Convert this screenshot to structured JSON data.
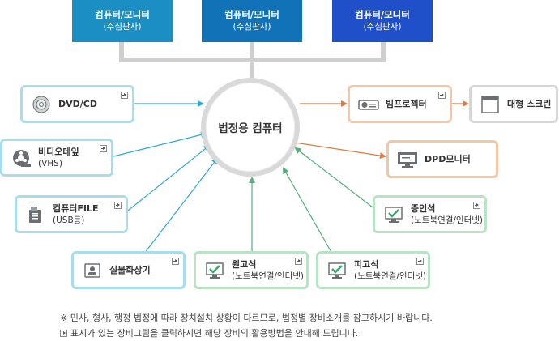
{
  "top_boxes": [
    {
      "title": "컴퓨터/모니터",
      "sub": "(주심판사)",
      "color": "#1b8fc4"
    },
    {
      "title": "컴퓨터/모니터",
      "sub": "(주심판사)",
      "color": "#1272b8"
    },
    {
      "title": "컴퓨터/모니터",
      "sub": "(주심판사)",
      "color": "#1f4fc9"
    }
  ],
  "center": {
    "label": "법정용 컴퓨터"
  },
  "inputs": {
    "dvd": {
      "label": "DVD/CD",
      "icon": "disc-icon"
    },
    "video": {
      "label": "비디오테잎",
      "sub": "(VHS)",
      "icon": "tape-reel-icon"
    },
    "file": {
      "label": "컴퓨터FILE",
      "sub": "(USB등)",
      "icon": "usb-drive-icon"
    },
    "presenter": {
      "label": "실물화상기",
      "icon": "document-camera-icon"
    },
    "plaintiff": {
      "label": "원고석",
      "sub": "(노트북연결/인터넷)",
      "icon": "monitor-check-icon"
    },
    "defendant": {
      "label": "피고석",
      "sub": "(노트북연결/인터넷)",
      "icon": "monitor-check-icon"
    },
    "witness": {
      "label": "증인석",
      "sub": "(노트북연결/인터넷)",
      "icon": "monitor-check-icon"
    }
  },
  "outputs": {
    "projector": {
      "label": "빔프로젝터",
      "icon": "projector-icon"
    },
    "screen": {
      "label": "대형 스크린",
      "icon": "screen-icon"
    },
    "dpd": {
      "label": "DPD모니터",
      "icon": "monitor-icon"
    }
  },
  "notes": {
    "line1": "※ 민사, 형사, 행정 법정에 따라 장치설치 상황이 다르므로, 법정별 장비소개를 참고하시기 바랍니다.",
    "line2": "표시가 있는 장비그림을 클릭하시면 해당 장비의 활용방법을 안내해 드립니다."
  },
  "colors": {
    "input_line": "#31a9cf",
    "output_line": "#e07a3f",
    "green_line": "#4fb07a",
    "bus_line": "#cccccc"
  }
}
